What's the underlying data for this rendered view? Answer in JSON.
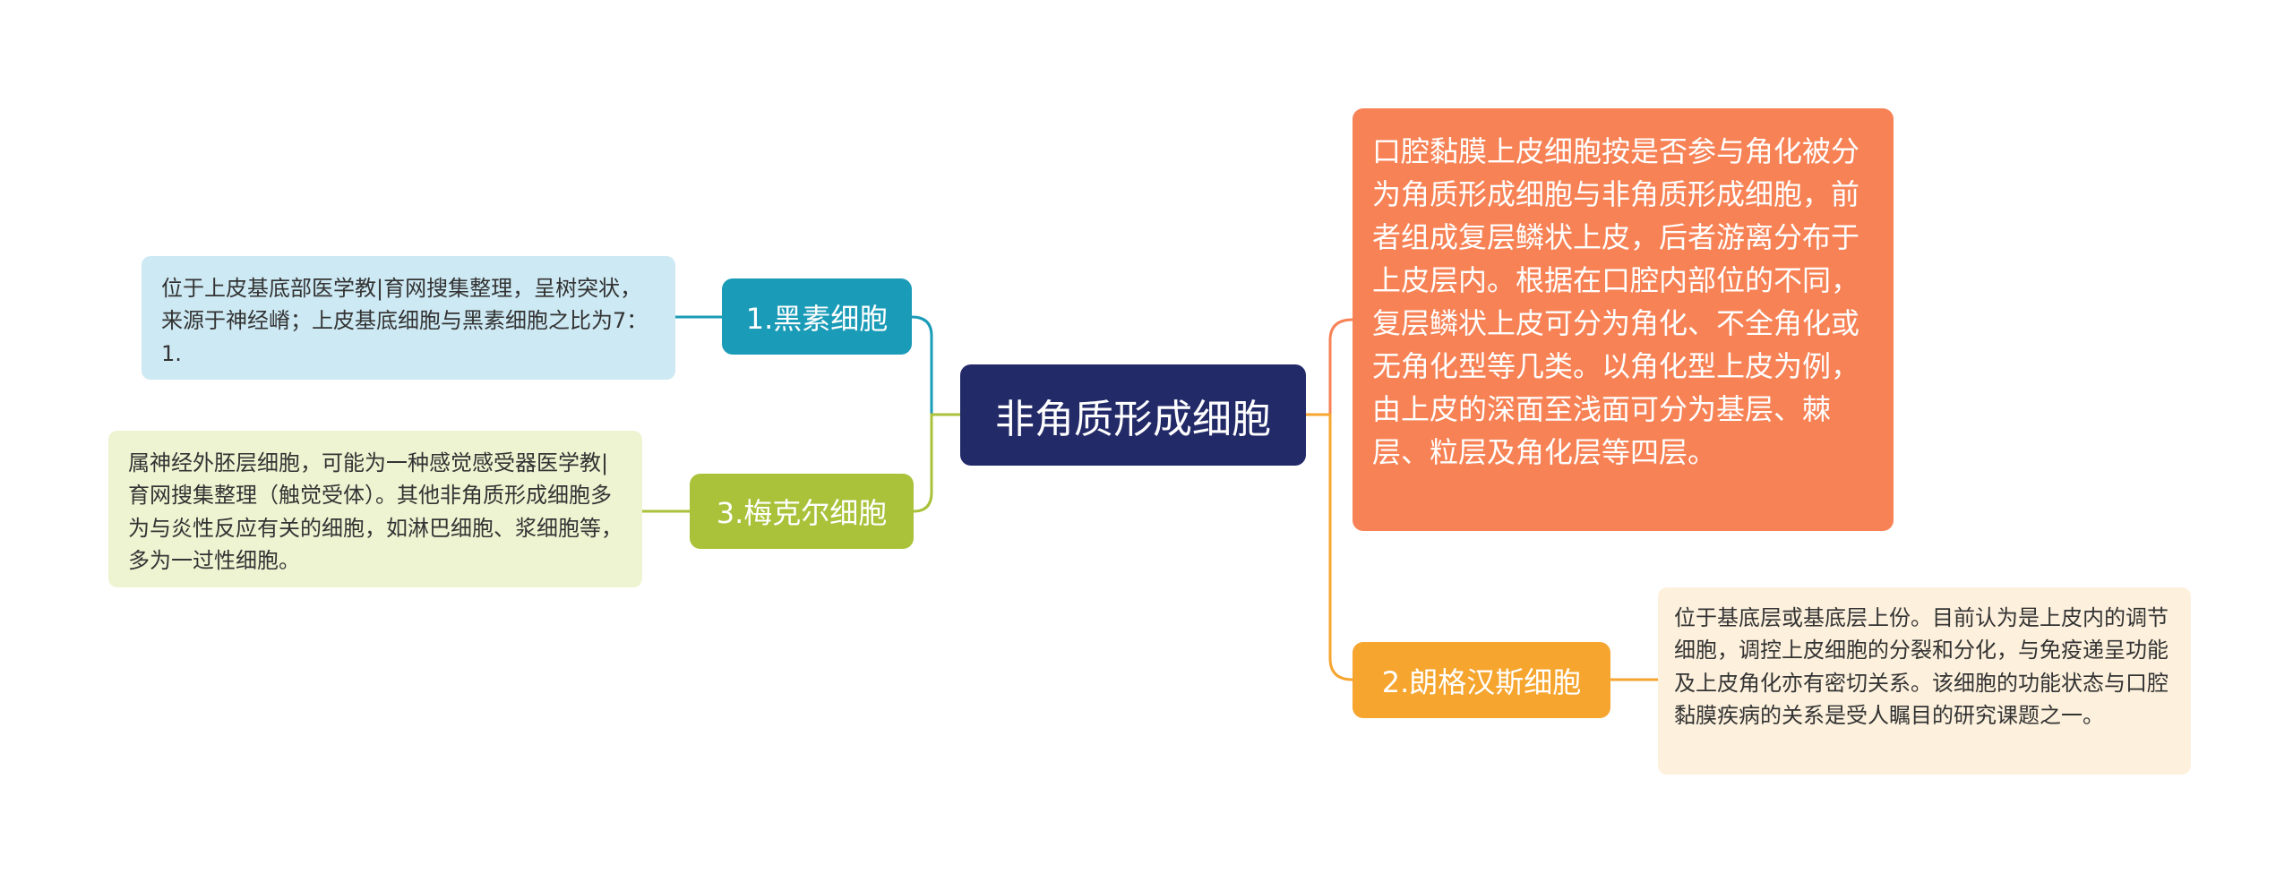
{
  "center": {
    "label": "非角质形成细胞"
  },
  "branches": {
    "b1": {
      "label": "1.黑素细胞",
      "color": "#1a9bb7"
    },
    "b2": {
      "label": "2.朗格汉斯细胞",
      "color": "#f6a52f"
    },
    "b3": {
      "label": "3.梅克尔细胞",
      "color": "#a9c23a"
    }
  },
  "notes": {
    "intro": "口腔黏膜上皮细胞按是否参与角化被分为角质形成细胞与非角质形成细胞，前者组成复层鳞状上皮，后者游离分布于上皮层内。根据在口腔内部位的不同，复层鳞状上皮可分为角化、不全角化或无角化型等几类。以角化型上皮为例，由上皮的深面至浅面可分为基层、棘层、粒层及角化层等四层。",
    "b1": "位于上皮基底部医学教|育网搜集整理，呈树突状，来源于神经嵴；上皮基底细胞与黑素细胞之比为7：1.",
    "b2": "位于基底层或基底层上份。目前认为是上皮内的调节细胞，调控上皮细胞的分裂和分化，与免疫递呈功能及上皮角化亦有密切关系。该细胞的功能状态与口腔黏膜疾病的关系是受人瞩目的研究课题之一。",
    "b3": "属神经外胚层细胞，可能为一种感觉感受器医学教|育网搜集整理（触觉受体）。其他非角质形成细胞多为与炎性反应有关的细胞，如淋巴细胞、浆细胞等，多为一过性细胞。"
  },
  "colors": {
    "center": "#232a68",
    "intro": "#f78255",
    "note_b1": "#cde9f3",
    "note_b2": "#fdf1dd",
    "note_b3": "#eef4d2"
  }
}
